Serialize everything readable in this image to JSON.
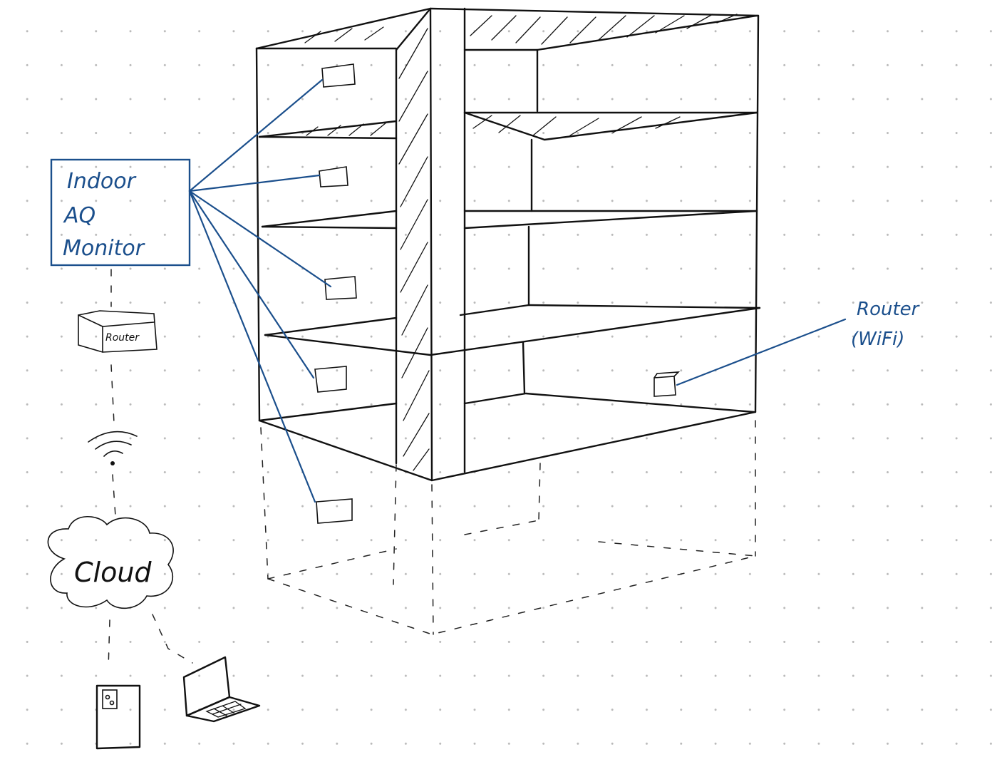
{
  "diagram": {
    "monitor_box": {
      "lines": [
        "Indoor",
        "AQ",
        "Monitor"
      ]
    },
    "router_box_label": "Router",
    "router_wifi_label": {
      "lines": [
        "Router",
        "(WiFi)"
      ]
    },
    "cloud_label": "Cloud",
    "colors": {
      "ink": "#111111",
      "blue_ink": "#1b4f8c",
      "grid_dot": "#b9b9b9",
      "background": "#ffffff"
    },
    "icons": [
      "router-icon",
      "wifi-icon",
      "cloud-icon",
      "smartphone-icon",
      "laptop-icon",
      "sensor-icon"
    ]
  }
}
